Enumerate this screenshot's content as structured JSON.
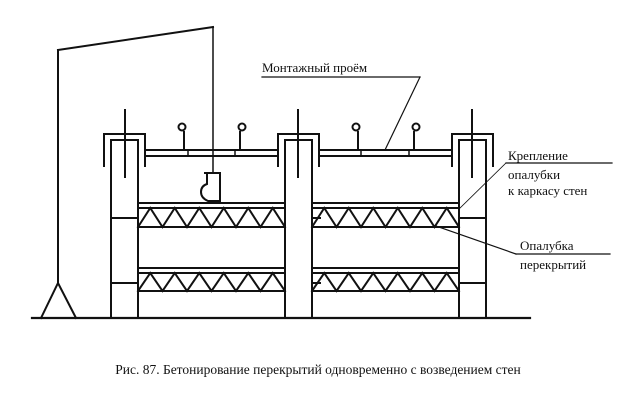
{
  "figure": {
    "caption": "Рис. 87. Бетонирование перекрытий одновременно с возведением стен",
    "labels": {
      "opening": "Монтажный проём",
      "fastening_line1": "Крепление",
      "fastening_line2": "опалубки",
      "fastening_line3": "к каркасу стен",
      "formwork_line1": "Опалубка",
      "formwork_line2": "перекрытий"
    },
    "colors": {
      "ink": "#111111",
      "background": "#ffffff"
    }
  }
}
